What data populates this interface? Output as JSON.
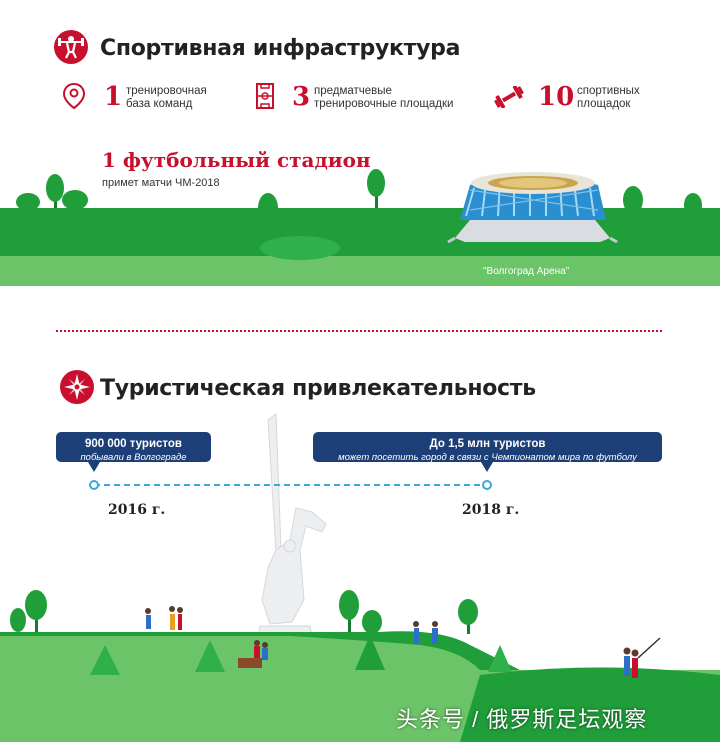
{
  "infrastructure": {
    "title": "Спортивная инфраструктура",
    "stats": [
      {
        "number": "1",
        "label_line1": "тренировочная",
        "label_line2": "база команд",
        "icon": "location-pin-icon"
      },
      {
        "number": "3",
        "label_line1": "предматчевые",
        "label_line2": "тренировочные площадки",
        "icon": "football-field-icon"
      },
      {
        "number": "10",
        "label_line1": "спортивных",
        "label_line2": "площадок",
        "icon": "dumbbell-icon"
      }
    ],
    "stadium": {
      "title": "1 футбольный стадион",
      "subtitle": "примет матчи ЧМ-2018",
      "name": "\"Волгоград Арена\""
    }
  },
  "tourism": {
    "title": "Туристическая привлекательность",
    "left_bubble": {
      "main": "900 000 туристов",
      "sub": "побывали в Волгограде"
    },
    "right_bubble": {
      "main": "До 1,5 млн туристов",
      "sub": "может посетить город в связи с Чемпионатом мира по футболу"
    },
    "year_left": "2016 г.",
    "year_right": "2018 г."
  },
  "watermark": "头条号 / 俄罗斯足坛观察",
  "colors": {
    "accent_red": "#c8102e",
    "bubble_navy": "#1d3f78",
    "grass_dark": "#1f9e3a",
    "grass_light": "#6cc468",
    "stadium_blue": "#2a8fd0"
  }
}
